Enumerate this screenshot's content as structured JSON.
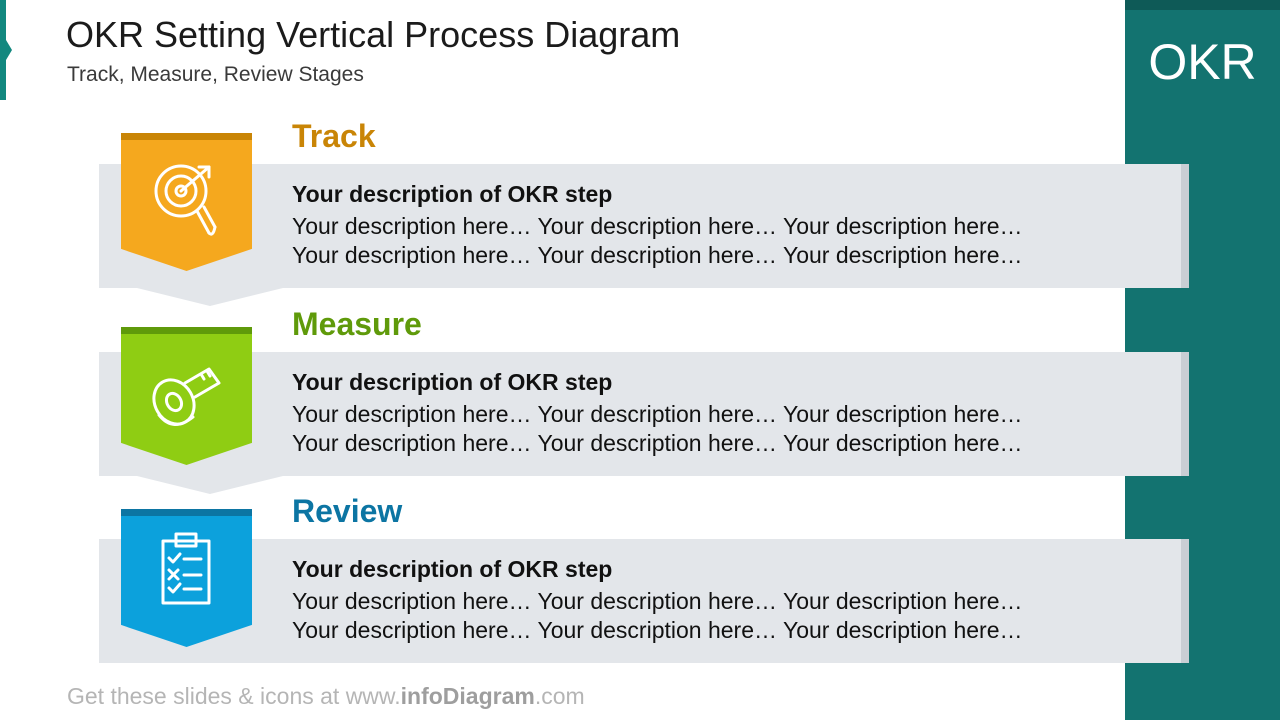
{
  "title": "OKR Setting Vertical Process Diagram",
  "subtitle": "Track, Measure, Review Stages",
  "side_label": "OKR",
  "stages": [
    {
      "name": "Track",
      "color": "#f5a81e",
      "title_color": "#c98506",
      "icon": "target-magnifier-icon",
      "heading": "Your description of OKR step",
      "lines": [
        "Your description here… Your description here… Your description here…",
        "Your description here… Your description here… Your description here…"
      ]
    },
    {
      "name": "Measure",
      "color": "#8fcd13",
      "title_color": "#5f9a0a",
      "icon": "measuring-tape-icon",
      "heading": "Your description of OKR step",
      "lines": [
        "Your description here… Your description here… Your description here…",
        "Your description here… Your description here… Your description here…"
      ]
    },
    {
      "name": "Review",
      "color": "#0ca1dc",
      "title_color": "#0c75a3",
      "icon": "checklist-clipboard-icon",
      "heading": "Your description of OKR step",
      "lines": [
        "Your description here… Your description here… Your description here…",
        "Your description here… Your description here… Your description here…"
      ]
    }
  ],
  "footer": {
    "prefix": "Get these slides & icons at www.",
    "brand": "infoDiagram",
    "suffix": ".com"
  }
}
